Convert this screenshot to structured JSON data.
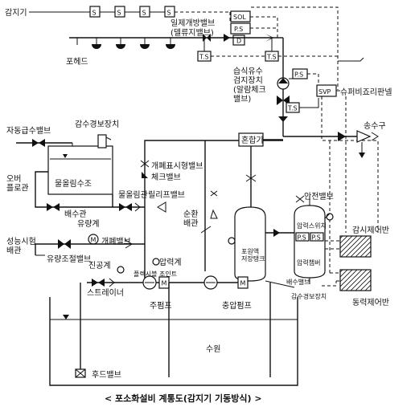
{
  "title": "< 포소화설비 계통도(감지기 기동방식) >",
  "labels": {
    "detector": "감지기",
    "detector_symbol": "S",
    "deluge_valve": "일제개방밸브",
    "deluge_valve_sub": "(델류지밸브)",
    "sol": "SOL",
    "ps": "P.S",
    "ts": "T.S",
    "d_symbol": "D",
    "foam_head": "포헤드",
    "alarm_check": "습식유수\n검지장치\n(알람체크\n밸브)",
    "svp": "SVP",
    "supervisory_panel": "슈퍼비죠리판넬",
    "fire_dept_connection": "송수구",
    "auto_feed_valve": "자동급수밸브",
    "low_water_alarm": "감수경보장치",
    "overflow": "오버\n플로관",
    "priming_tank": "물올림수조",
    "drain_pipe": "배수관",
    "priming_pipe": "물올림관",
    "mixer": "혼합기",
    "test_valve": "개폐표시형밸브",
    "check_valve": "체크밸브",
    "relief_valve": "릴리프밸브",
    "circulation_pipe": "순환\n배관",
    "safety_valve": "안전밸브",
    "foam_tank": "포원액\n저장탱크",
    "pressure_switch": "압력스위치",
    "pressure_chamber": "압력챔버",
    "monitor_panel": "감시제어반",
    "power_panel": "동력제어반",
    "flow_meter": "유량계",
    "flow_meter_symbol": "M",
    "shutoff_valve": "개폐밸브",
    "perf_test_pipe": "성능시험\n배관",
    "flow_control_valve": "유량조절밸브",
    "vacuum_gauge": "진공계",
    "pressure_gauge": "압력계",
    "flexible_joint": "플렉시블 조인트",
    "strainer": "스트레이너",
    "drain_valve": "배수밸브",
    "main_pump": "주펌프",
    "jockey_pump": "충압펌프",
    "low_water_switch": "감수경보장치",
    "water_source": "수원",
    "foot_valve": "후드밸브",
    "motor_symbol": "M"
  }
}
